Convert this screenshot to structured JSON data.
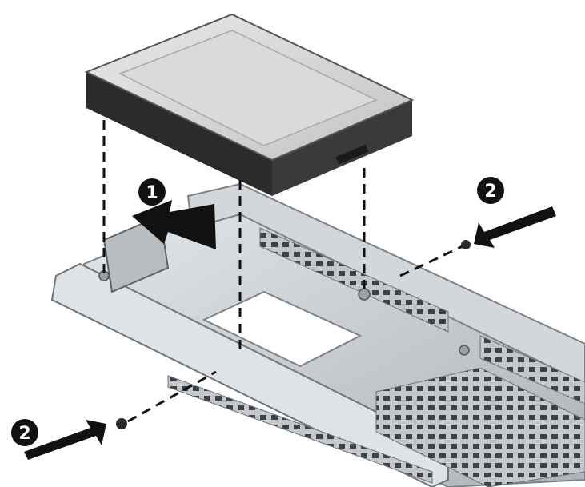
{
  "callouts": {
    "step1": "1",
    "step2_right": "2",
    "step2_left": "2"
  },
  "colors": {
    "drive_top": "#d6d6d6",
    "drive_edge": "#2b2b2b",
    "cage_metal": "#c9cdd2",
    "cage_shadow": "#8e9399",
    "callout_bg": "#111111",
    "arrow": "#111111"
  },
  "icons": [
    "hard-drive-icon",
    "screw-icon",
    "arrow-icon"
  ]
}
